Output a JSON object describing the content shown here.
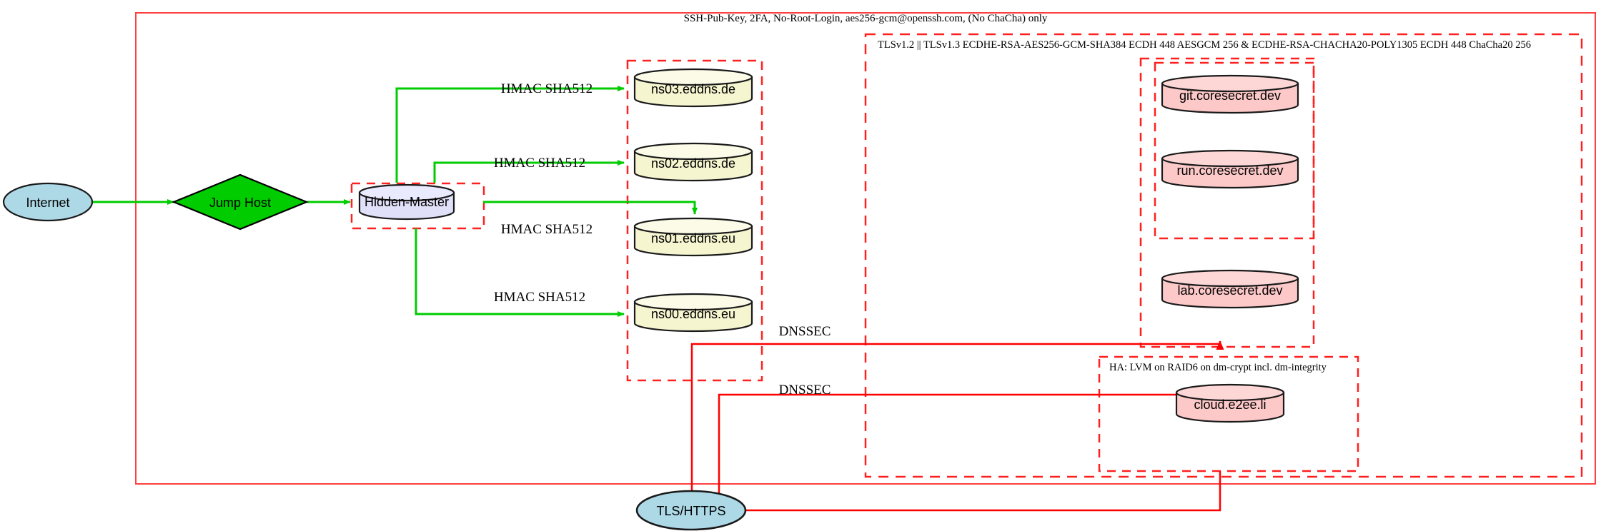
{
  "diagram": {
    "title_cluster_label": "SSH-Pub-Key, 2FA, No-Root-Login, aes256-gcm@openssh.com, (No ChaCha) only",
    "tls_cluster_label": "TLSv1.2 || TLSv1.3 ECDHE-RSA-AES256-GCM-SHA384 ECDH 448 AESGCM 256 & ECDHE-RSA-CHACHA20-POLY1305 ECDH 448 ChaCha20 256",
    "ha_cluster_label": "HA: LVM on RAID6 on dm-crypt incl. dm-integrity",
    "colors": {
      "cluster_border": "#ff2020",
      "ellipse_fill": "#add8e6",
      "diamond_fill": "#00cc00",
      "hidden_master_fill": "#e0e0f8",
      "dns_fill": "#f5f5d0",
      "service_fill": "#fcc8c8",
      "green_edge": "#00cc00",
      "red_edge": "#ff0000",
      "stroke": "#1a1a1a"
    }
  },
  "nodes": {
    "internet": {
      "label": "Internet",
      "shape": "ellipse"
    },
    "jump_host": {
      "label": "Jump Host",
      "shape": "diamond"
    },
    "hidden_master": {
      "label": "Hidden-Master",
      "shape": "cylinder"
    },
    "tls_https": {
      "label": "TLS/HTTPS",
      "shape": "ellipse"
    },
    "dns_servers": [
      {
        "label": "ns03.eddns.de",
        "shape": "cylinder"
      },
      {
        "label": "ns02.eddns.de",
        "shape": "cylinder"
      },
      {
        "label": "ns01.eddns.eu",
        "shape": "cylinder"
      },
      {
        "label": "ns00.eddns.eu",
        "shape": "cylinder"
      }
    ],
    "services": [
      {
        "label": "git.coresecret.dev",
        "shape": "cylinder"
      },
      {
        "label": "run.coresecret.dev",
        "shape": "cylinder"
      },
      {
        "label": "lab.coresecret.dev",
        "shape": "cylinder"
      }
    ],
    "cloud": {
      "label": "cloud.e2ee.li",
      "shape": "cylinder"
    }
  },
  "edge_labels": {
    "hmac": [
      "HMAC SHA512",
      "HMAC SHA512",
      "HMAC SHA512",
      "HMAC SHA512"
    ],
    "dnssec": [
      "DNSSEC",
      "DNSSEC"
    ]
  }
}
